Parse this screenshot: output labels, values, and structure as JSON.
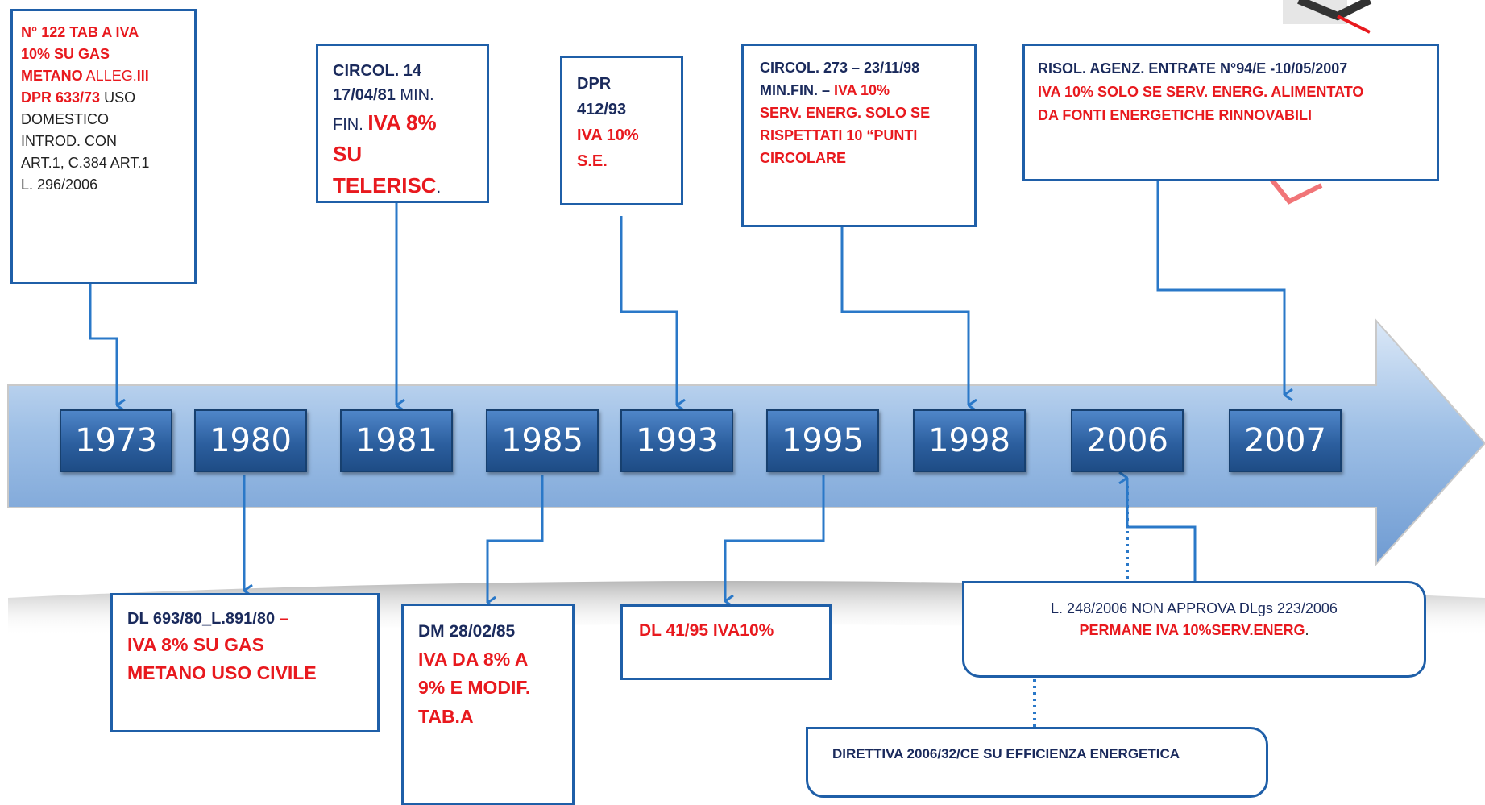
{
  "timeline": {
    "years": [
      "1973",
      "1980",
      "1981",
      "1985",
      "1993",
      "1995",
      "1998",
      "2006",
      "2007"
    ]
  },
  "boxes": {
    "b1973": {
      "line1": "N° 122 TAB A IVA",
      "line2": "10%  SU GAS",
      "line3a": "METANO",
      "line3b": " ALLEG.",
      "line3c": "III",
      "line4a": "DPR 633/73",
      "line4b": " USO",
      "line5": "DOMESTICO",
      "line6": "INTROD. CON",
      "line7": "ART.1, C.384 ART.1",
      "line8": "L. 296/2006"
    },
    "b1981": {
      "line1": "CIRCOL. 14",
      "line2a": "17/04/81",
      "line2b": " MIN.",
      "line3a": "FIN. ",
      "line3b": "IVA 8%",
      "line4a": "SU TELERISC",
      "line4b": "."
    },
    "b1993": {
      "line1": "DPR",
      "line2": "412/93",
      "line3": "IVA 10%",
      "line4": "S.E."
    },
    "b1998": {
      "line1": "CIRCOL. 273 – 23/11/98",
      "line2a": "MIN.FIN.",
      "line2b": " – ",
      "line2c": "IVA 10%",
      "line3": "SERV. ENERG. SOLO SE",
      "line4": "RISPETTATI 10 “PUNTI",
      "line5": "CIRCOLARE"
    },
    "b2007": {
      "line1": "RISOL. AGENZ. ENTRATE N°94/E -10/05/2007",
      "line2": "IVA 10% SOLO SE SERV. ENERG.  ALIMENTATO",
      "line3": "DA FONTI ENERGETICHE RINNOVABILI"
    },
    "b1980": {
      "line1a": "DL 693/80_L.891/80",
      "line1b": " –",
      "line2": "IVA 8% SU GAS",
      "line3": "METANO  USO CIVILE"
    },
    "b1985": {
      "line1": "DM 28/02/85",
      "line2": "IVA DA 8% A",
      "line3": "9% E MODIF.",
      "line4": "TAB.A"
    },
    "b1995": {
      "line1": "DL 41/95 IVA10%"
    },
    "b2006": {
      "line1": "L. 248/2006  NON APPROVA   DLgs 223/2006",
      "line2a": "PERMANE IVA 10%SERV.ENERG",
      "line2b": "."
    },
    "directive": {
      "line1": "DIRETTIVA 2006/32/CE SU EFFICIENZA ENERGETICA"
    }
  },
  "colors": {
    "box_border": "#1f5fa8",
    "connector": "#2a78c8",
    "emphasis_red": "#e8191e",
    "label_navy": "#1a2a5c",
    "year_fill": "#2c5f9f"
  }
}
